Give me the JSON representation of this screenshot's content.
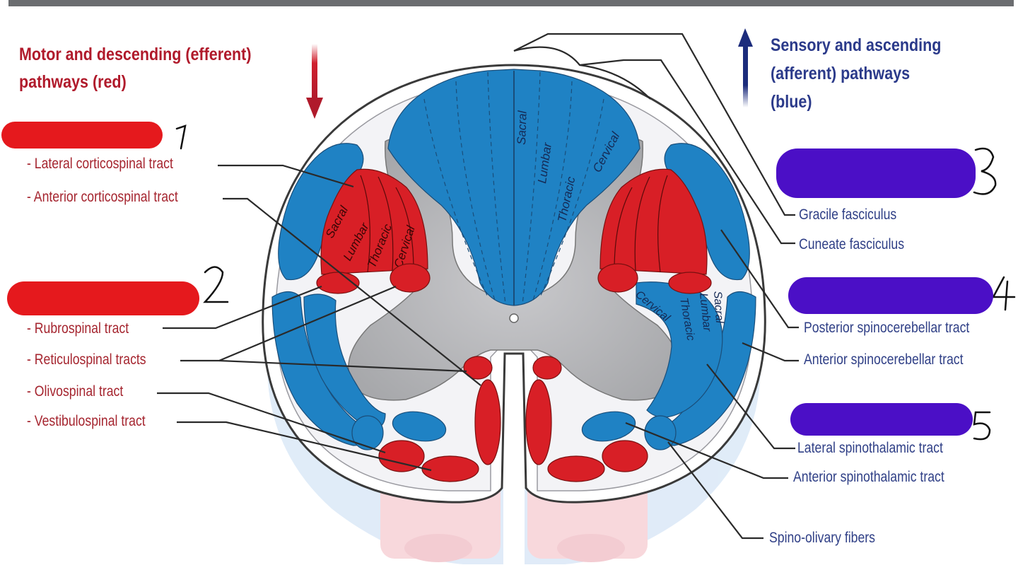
{
  "headers": {
    "motor_line1": "Motor and descending (efferent)",
    "motor_line2": "pathways   (red)",
    "sensory_line1": "Sensory and ascending",
    "sensory_line2": "(afferent) pathways",
    "sensory_line3": "(blue)"
  },
  "left_labels": {
    "lateral_corticospinal": "- Lateral corticospinal tract",
    "anterior_corticospinal": "- Anterior corticospinal tract",
    "rubrospinal": "- Rubrospinal tract",
    "reticulospinal": "- Reticulospinal tracts",
    "olivospinal": "- Olivospinal tract",
    "vestibulospinal": "- Vestibulospinal tract"
  },
  "right_labels": {
    "gracile": "Gracile fasciculus",
    "cuneate": "Cuneate fasciculus",
    "posterior_spinocerebellar": "Posterior spinocerebellar tract",
    "anterior_spinocerebellar": "Anterior spinocerebellar tract",
    "lateral_spinothalamic": "Lateral spinothalamic tract",
    "anterior_spinothalamic": "Anterior spinothalamic tract",
    "spino_olivary": "Spino-olivary fibers"
  },
  "handwritten_numbers": [
    "1",
    "2",
    "3",
    "4",
    "5"
  ],
  "segment_labels": {
    "sacral": "Sacral",
    "lumbar": "Lumbar",
    "thoracic": "Thoracic",
    "cervical": "Cervical"
  },
  "colors": {
    "motor_red": "#d81f26",
    "sensory_blue": "#1f82c4",
    "grey_matter": "#a8a9ac",
    "scribble_red": "#e5191d",
    "scribble_purple": "#4b0fc6",
    "arrow_red": "#b01a2b",
    "arrow_blue": "#1c2c7c"
  }
}
